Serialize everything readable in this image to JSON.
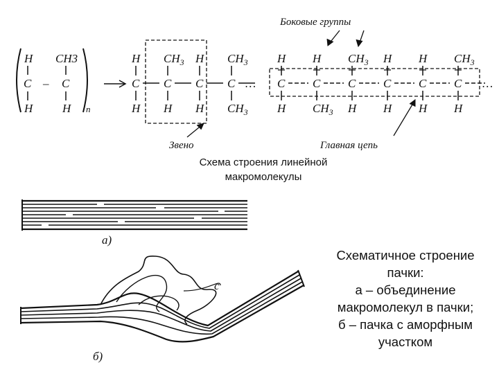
{
  "molecule": {
    "monomer": {
      "top": [
        "H",
        "CH3"
      ],
      "mid": [
        "C",
        "–",
        "C"
      ],
      "bottom": [
        "H",
        "H"
      ],
      "subscript": "n"
    },
    "chain_left": {
      "top": [
        "H",
        "CH3",
        "H",
        "CH3"
      ],
      "mid": [
        "C",
        "C",
        "C",
        "C"
      ],
      "bottom": [
        "H",
        "H",
        "H",
        "CH3"
      ]
    },
    "chain_right": {
      "top": [
        "H",
        "H",
        "CH3",
        "H",
        "H",
        "CH3"
      ],
      "mid": [
        "C",
        "C",
        "C",
        "C",
        "C",
        "C"
      ],
      "bottom": [
        "H",
        "CH3",
        "H",
        "H",
        "H",
        "H"
      ]
    },
    "label_side_groups": "Боковые группы",
    "label_unit": "Звено",
    "label_main_chain": "Главная цепь"
  },
  "caption_top": "Схема строения линейной макромолекулы",
  "bundle": {
    "label_a": "а)",
    "label_b": "б)",
    "label_c": "с"
  },
  "caption_right": {
    "lines": [
      "Схематичное строение",
      "пачки:",
      "а – объединение",
      "макромолекул в пачки;",
      "б – пачка с аморфным",
      "участком"
    ]
  }
}
